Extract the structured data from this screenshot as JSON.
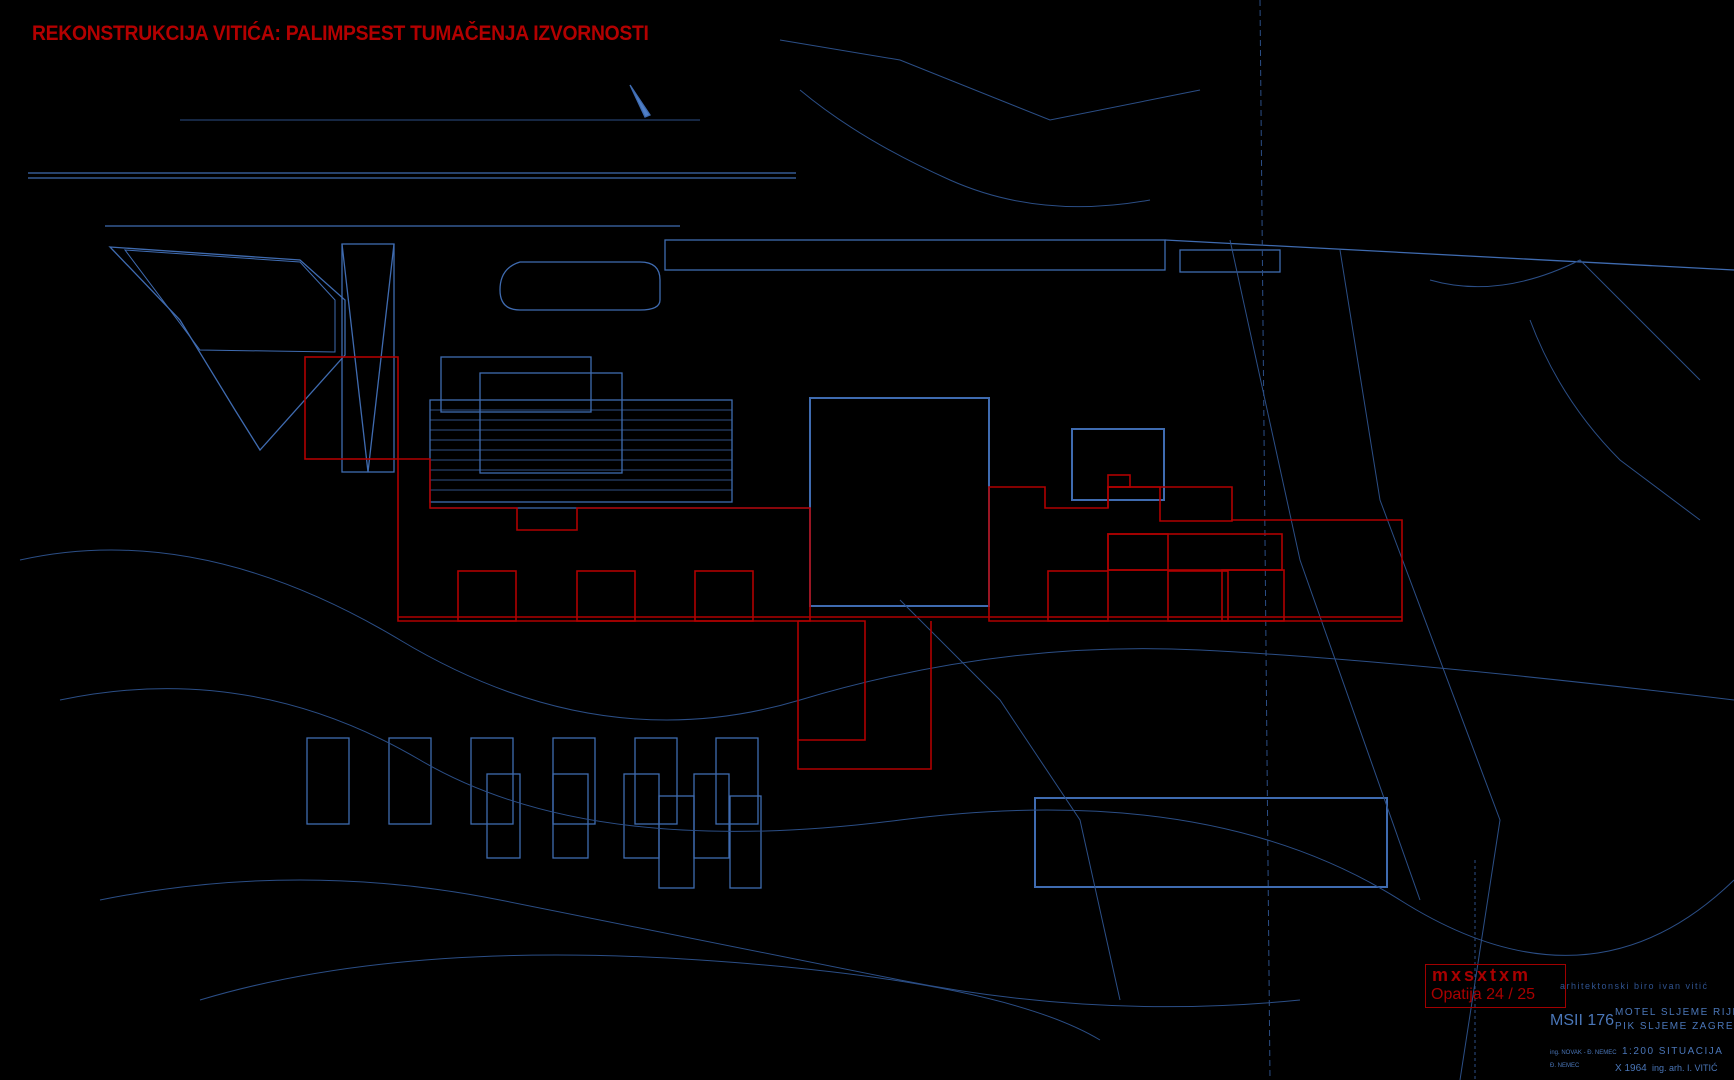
{
  "title": "REKONSTRUKCIJA VITIĆA: PALIMPSEST TUMAČENJA IZVORNOSTI",
  "logo": {
    "wordmark": "mxsxtxm",
    "caption": "Opatija  24 / 25"
  },
  "title_block": {
    "sheet": "MSII 176",
    "project_line1": "MOTEL SLJEME RIJEKA",
    "project_line2": "PIK SLJEME ZAGREB",
    "drawing": "1:200 SITUACIJA",
    "date": "X 1964",
    "author": "ing. arh. I. VITIĆ",
    "engineers1": "ing. NOVAK - Đ. NEMEC",
    "engineers2": "Đ. NEMEC",
    "header": "arhitektonski biro ivan vitić"
  },
  "colors": {
    "blueprint": "#4f7fc8",
    "overlay": "#b00000",
    "background": "#000000"
  }
}
